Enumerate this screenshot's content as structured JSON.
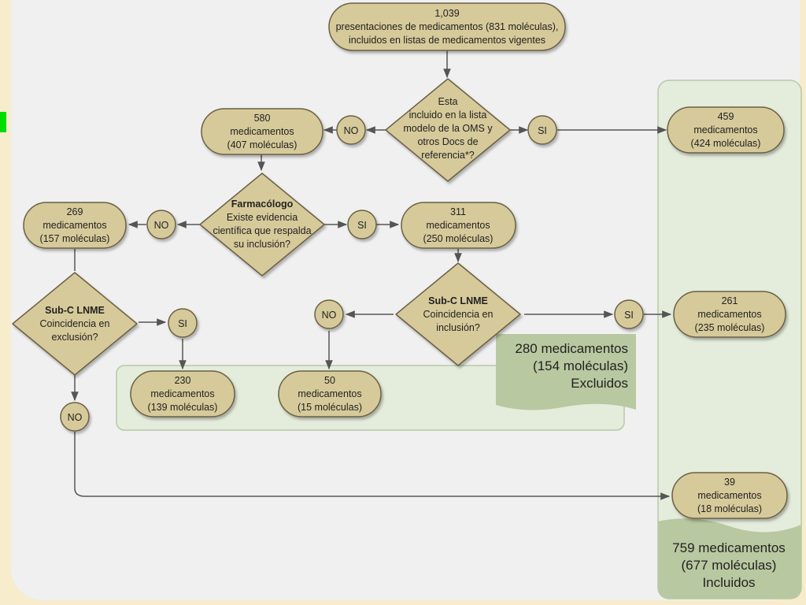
{
  "colors": {
    "node_fill": "#d6ca9a",
    "node_stroke": "#6b6145",
    "panel_fill": "#e4ecdc",
    "panel_stroke": "#b8c8a8",
    "banner_fill": "#b8c8a0",
    "connector": "#555555"
  },
  "nodes": {
    "start": [
      "1,039",
      "presentaciones de medicamentos (831 moléculas),",
      "incluidos en listas de medicamentos vigentes"
    ],
    "oms_decision": [
      "Esta",
      "incluido en la lista",
      "modelo de la OMS y",
      "otros Docs de",
      "referencia*?"
    ],
    "n580": [
      "580",
      "medicamentos",
      "(407 moléculas)"
    ],
    "n459": [
      "459",
      "medicamentos",
      "(424 moléculas)"
    ],
    "farm_decision_title": "Farmacólogo",
    "farm_decision": [
      "Existe evidencia",
      "científica que respalda",
      "su inclusión?"
    ],
    "n269": [
      "269",
      "medicamentos",
      "(157 moléculas)"
    ],
    "n311": [
      "311",
      "medicamentos",
      "(250 moléculas)"
    ],
    "excl_decision_title": "Sub-C LNME",
    "excl_decision": [
      "Coincidencia en",
      "exclusión?"
    ],
    "incl_decision_title": "Sub-C LNME",
    "incl_decision": [
      "Coincidencia en",
      "inclusión?"
    ],
    "n261": [
      "261",
      "medicamentos",
      "(235 moléculas)"
    ],
    "n230": [
      "230",
      "medicamentos",
      "(139 moléculas)"
    ],
    "n50": [
      "50",
      "medicamentos",
      "(15 moléculas)"
    ],
    "n39": [
      "39",
      "medicamentos",
      "(18 moléculas)"
    ]
  },
  "labels": {
    "no_oms": "NO",
    "si_oms": "SI",
    "no_farm": "NO",
    "si_farm": "SI",
    "si_excl": "SI",
    "no_excl": "NO",
    "no_incl": "NO",
    "si_incl": "SI"
  },
  "excluded_banner": [
    "280 medicamentos",
    "(154 moléculas)",
    "Excluidos"
  ],
  "included_banner": [
    "759 medicamentos",
    "(677 moléculas)",
    "Incluidos"
  ]
}
